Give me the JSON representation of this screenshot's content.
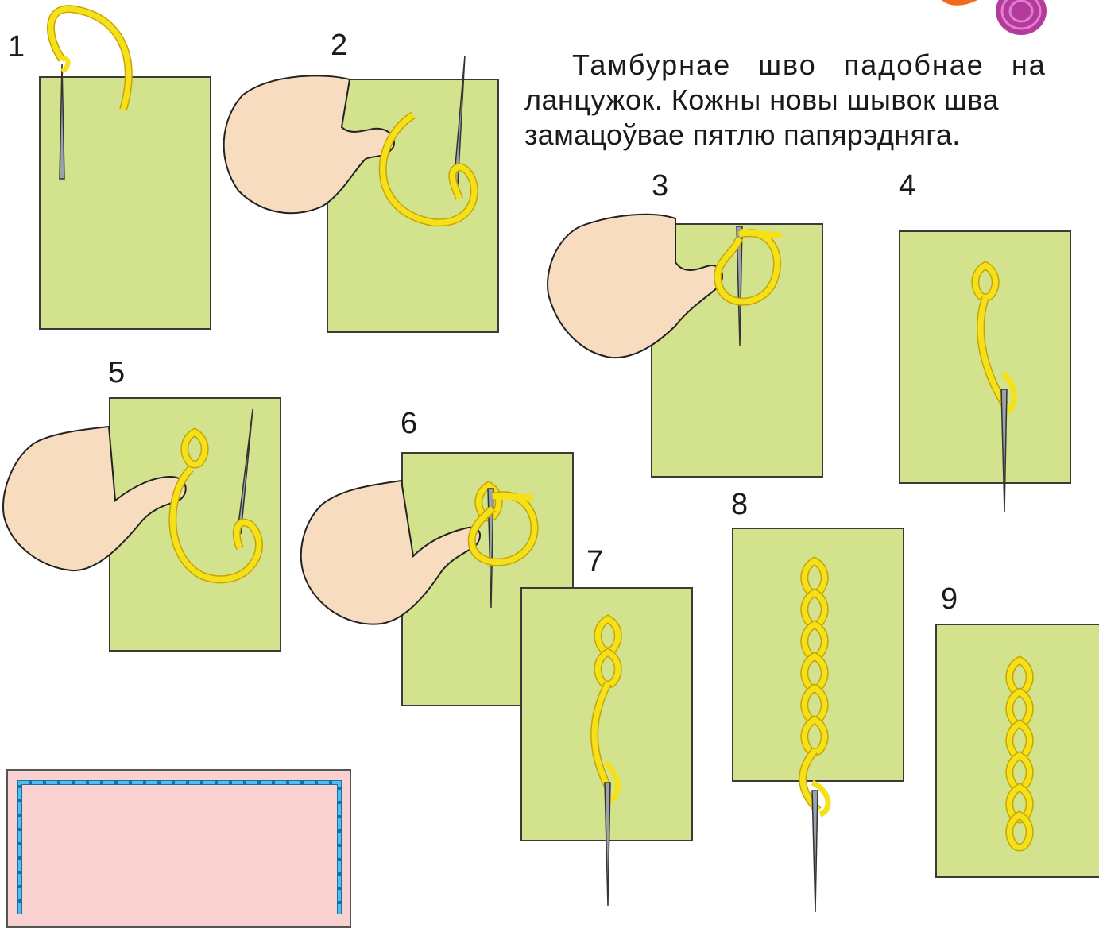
{
  "intro": {
    "line1": "Тамбурнае шво падобнае на",
    "line2": "ланцужок. Кожны новы шывок шва",
    "line3": "замацоўвае пятлю папярэдняга."
  },
  "steps": [
    "1",
    "2",
    "3",
    "4",
    "5",
    "6",
    "7",
    "8",
    "9"
  ],
  "colors": {
    "fabric": "#d3e28c",
    "thread": "#f5e11a",
    "thread_outline": "#c9a400",
    "skin": "#f7dcc0",
    "pink_fabric": "#f9d1d1",
    "blue_stitch": "#2aa6e0"
  },
  "icons": [
    "needle-icon",
    "hand-icon",
    "thread-loop-icon",
    "thread-spool-icon"
  ]
}
